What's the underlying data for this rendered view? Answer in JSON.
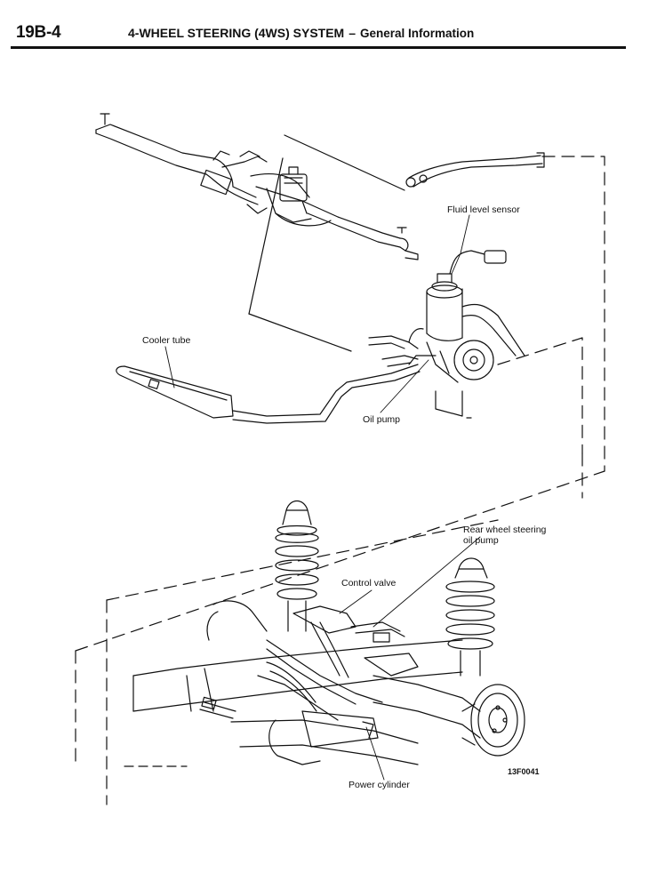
{
  "header": {
    "page_number": "19B-4",
    "title": "4-WHEEL STEERING (4WS) SYSTEM",
    "separator": "–",
    "subtitle": "General Information"
  },
  "figure": {
    "labels": {
      "fluid_level_sensor": "Fluid level sensor",
      "cooler_tube": "Cooler tube",
      "oil_pump": "Oil pump",
      "rear_wheel_steering_oil_pump_line1": "Rear wheel steering",
      "rear_wheel_steering_oil_pump_line2": "oil pump",
      "control_valve": "Control valve",
      "power_cylinder": "Power cylinder"
    },
    "figure_code": "13F0041"
  }
}
